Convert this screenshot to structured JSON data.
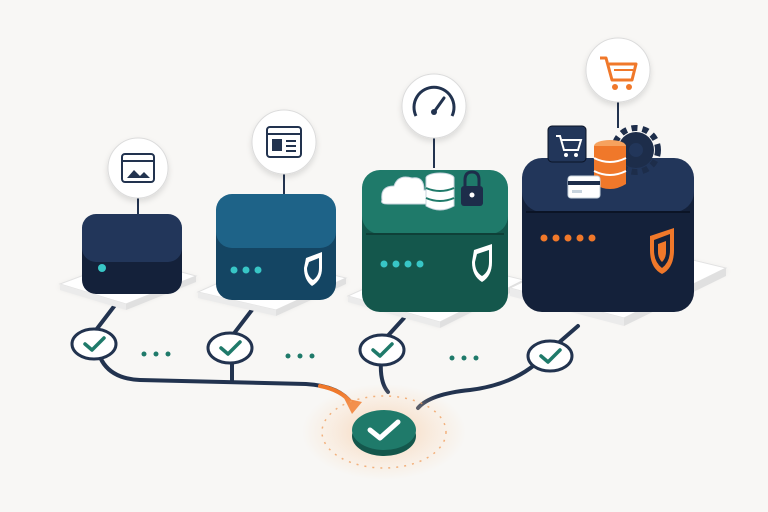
{
  "colors": {
    "background": "#f8f7f5",
    "navy": "#1d2d4a",
    "navy_dark": "#14213a",
    "blue": "#1c5878",
    "teal": "#1f7a6a",
    "accent_orange": "#f0782a",
    "connector": "#22334f",
    "check": "#1f7a6a",
    "platform": "#ffffff"
  },
  "tiers": [
    {
      "name": "small",
      "icon": "web-page-image-icon",
      "status": "check-icon"
    },
    {
      "name": "medium",
      "icon": "web-layout-icon",
      "status": "check-icon",
      "badge": "shield-icon"
    },
    {
      "name": "large",
      "icon": "speedometer-icon",
      "status": "check-icon",
      "badge": "shield-icon",
      "features": [
        "cloud-icon",
        "database-icon",
        "lock-icon"
      ]
    },
    {
      "name": "enterprise",
      "icon": "shopping-cart-icon",
      "status": "check-icon",
      "badge": "shield-icon",
      "features": [
        "cart-screen-icon",
        "credit-card-icon",
        "database-icon",
        "gear-icon"
      ]
    }
  ],
  "result": {
    "icon": "check-icon"
  }
}
